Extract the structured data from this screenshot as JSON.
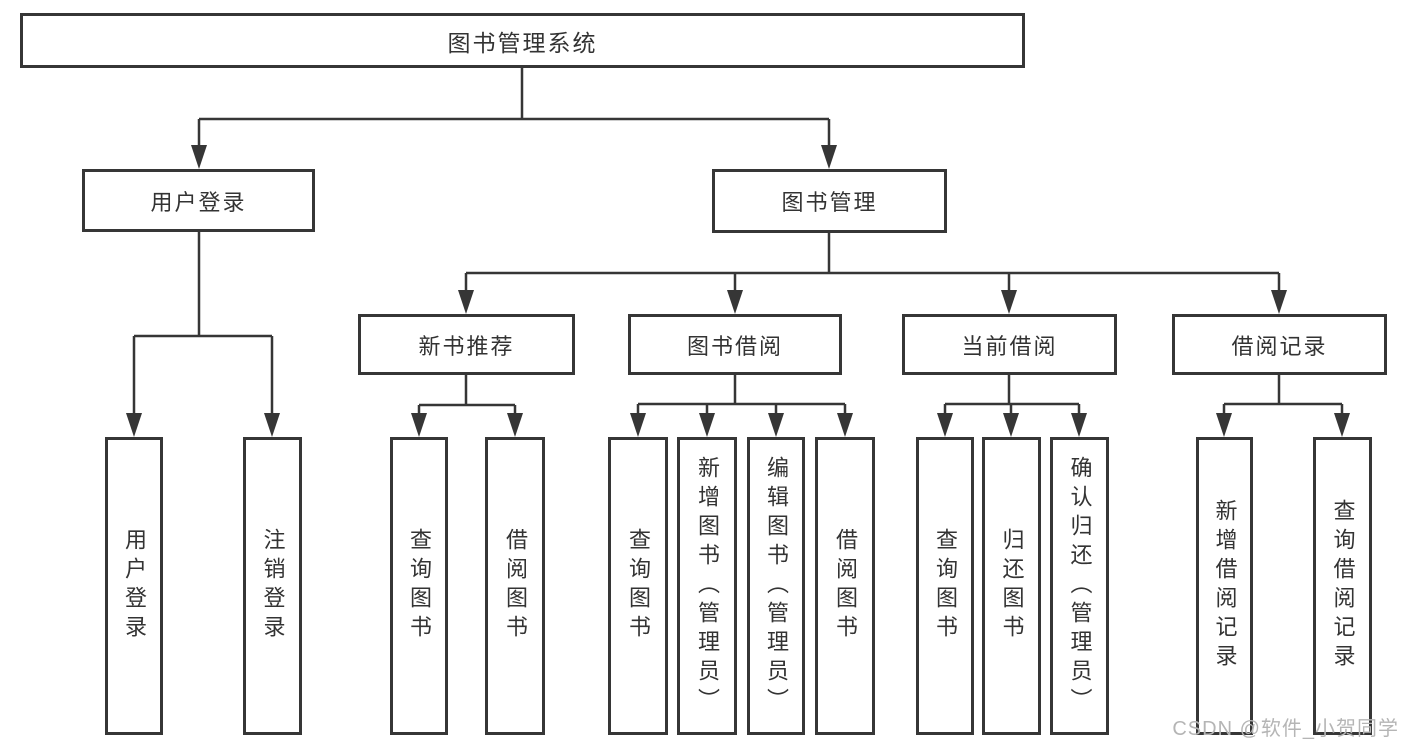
{
  "diagram": {
    "colors": {
      "line": "#363636",
      "text": "#333333",
      "background": "#ffffff",
      "watermark": "#b5b5b5"
    },
    "root": {
      "label": "图书管理系统"
    },
    "level2": [
      {
        "label": "用户登录"
      },
      {
        "label": "图书管理"
      }
    ],
    "level3": [
      {
        "label": "新书推荐",
        "parent": "图书管理"
      },
      {
        "label": "图书借阅",
        "parent": "图书管理"
      },
      {
        "label": "当前借阅",
        "parent": "图书管理"
      },
      {
        "label": "借阅记录",
        "parent": "图书管理"
      }
    ],
    "leaves": [
      {
        "label": "用户登录",
        "parent": "用户登录"
      },
      {
        "label": "注销登录",
        "parent": "用户登录"
      },
      {
        "label": "查询图书",
        "parent": "新书推荐"
      },
      {
        "label": "借阅图书",
        "parent": "新书推荐"
      },
      {
        "label": "查询图书",
        "parent": "图书借阅"
      },
      {
        "label": "新增图书（管理员）",
        "parent": "图书借阅"
      },
      {
        "label": "编辑图书（管理员）",
        "parent": "图书借阅"
      },
      {
        "label": "借阅图书",
        "parent": "图书借阅"
      },
      {
        "label": "查询图书",
        "parent": "当前借阅"
      },
      {
        "label": "归还图书",
        "parent": "当前借阅"
      },
      {
        "label": "确认归还（管理员）",
        "parent": "当前借阅"
      },
      {
        "label": "新增借阅记录",
        "parent": "借阅记录"
      },
      {
        "label": "查询借阅记录",
        "parent": "借阅记录"
      }
    ],
    "watermark": "CSDN @软件_小贺同学"
  }
}
